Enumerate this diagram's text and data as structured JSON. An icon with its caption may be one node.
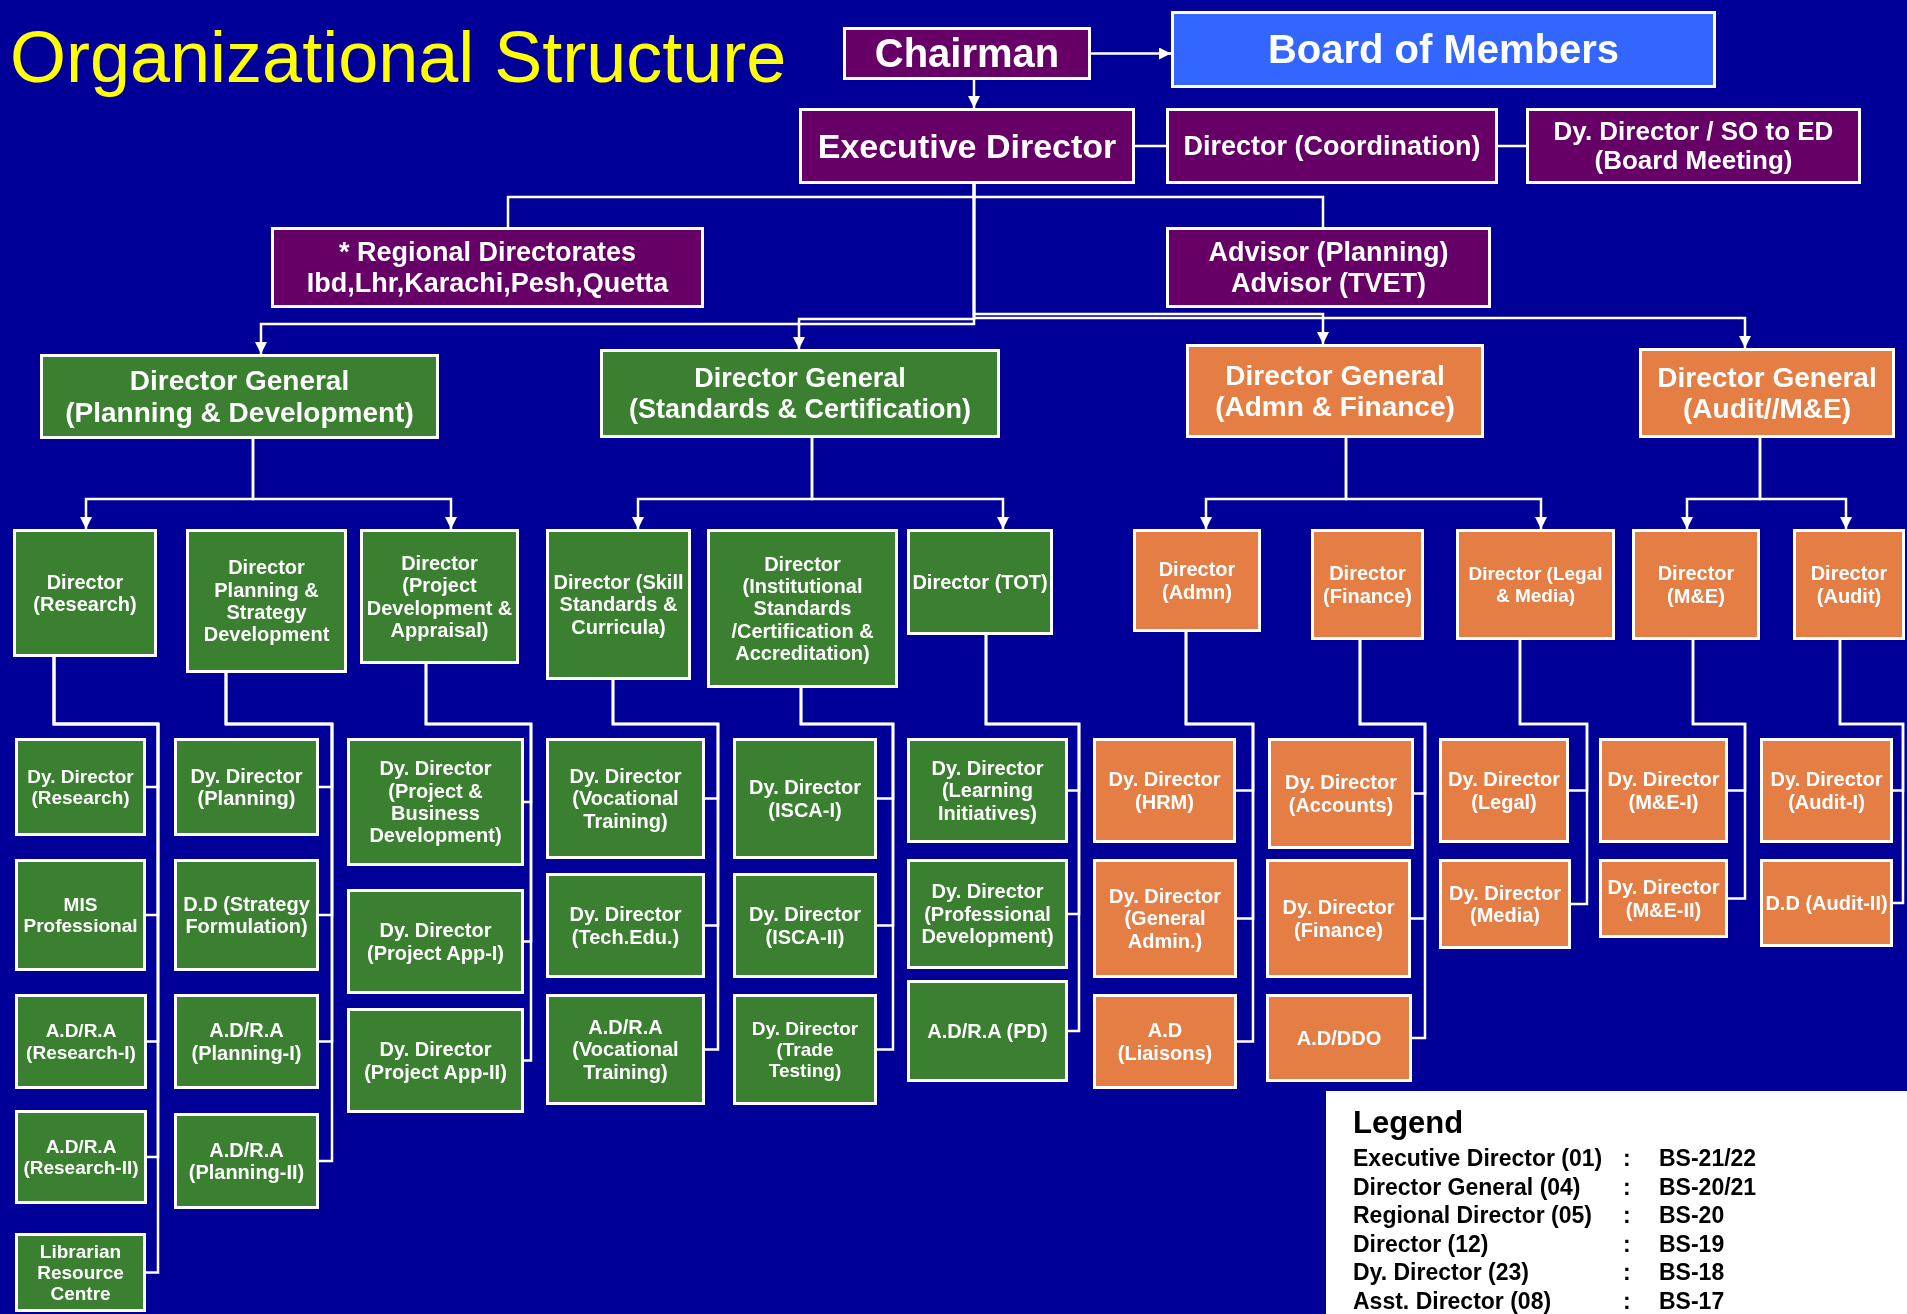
{
  "diagram": {
    "title": "Organizational Structure",
    "nodes": [
      {
        "text": [
          "Chairman"
        ]
      },
      {
        "text": [
          "Board of Members"
        ]
      },
      {
        "text": [
          "Executive Director"
        ]
      },
      {
        "text": [
          "Director (Coordination)"
        ]
      },
      {
        "text": [
          "Dy. Director / SO to ED",
          "(Board Meeting)"
        ]
      },
      {
        "text": [
          "* Regional Directorates",
          "Ibd,Lhr,Karachi,Pesh,Quetta"
        ]
      },
      {
        "text": [
          "Advisor (Planning)",
          "Advisor (TVET)"
        ]
      },
      {
        "text": [
          "Director General",
          "(Planning & Development)"
        ]
      },
      {
        "text": [
          "Director General",
          "(Standards & Certification)"
        ]
      },
      {
        "text": [
          "Director General",
          "(Admn & Finance)"
        ]
      },
      {
        "text": [
          "Director General",
          "(Audit//M&E)"
        ]
      },
      {
        "text": [
          "Director (Research)"
        ]
      },
      {
        "text": [
          "Director Planning & Strategy Development"
        ]
      },
      {
        "text": [
          "Director (Project Development & Appraisal)"
        ]
      },
      {
        "text": [
          "Director (Skill Standards & Curricula)"
        ]
      },
      {
        "text": [
          "Director (Institutional Standards /Certification & Accreditation)"
        ]
      },
      {
        "text": [
          "Director (TOT)"
        ]
      },
      {
        "text": [
          "Director (Admn)"
        ]
      },
      {
        "text": [
          "Director (Finance)"
        ]
      },
      {
        "text": [
          "Director (Legal & Media)"
        ]
      },
      {
        "text": [
          "Director (M&E)"
        ]
      },
      {
        "text": [
          "Director (Audit)"
        ]
      },
      {
        "text": [
          "Dy. Director (Research)"
        ]
      },
      {
        "text": [
          "MIS Professional"
        ]
      },
      {
        "text": [
          "A.D/R.A (Research-I)"
        ]
      },
      {
        "text": [
          "A.D/R.A (Research-II)"
        ]
      },
      {
        "text": [
          "Librarian Resource Centre"
        ]
      },
      {
        "text": [
          "Dy. Director (Planning)"
        ]
      },
      {
        "text": [
          "D.D (Strategy Formulation)"
        ]
      },
      {
        "text": [
          "A.D/R.A (Planning-I)"
        ]
      },
      {
        "text": [
          "A.D/R.A (Planning-II)"
        ]
      },
      {
        "text": [
          "Dy. Director (Project & Business Development)"
        ]
      },
      {
        "text": [
          "Dy. Director (Project App-I)"
        ]
      },
      {
        "text": [
          "Dy. Director (Project App-II)"
        ]
      },
      {
        "text": [
          "Dy. Director (Vocational Training)"
        ]
      },
      {
        "text": [
          "Dy. Director (Tech.Edu.)"
        ]
      },
      {
        "text": [
          "A.D/R.A (Vocational Training)"
        ]
      },
      {
        "text": [
          "Dy. Director (ISCA-I)"
        ]
      },
      {
        "text": [
          "Dy. Director (ISCA-II)"
        ]
      },
      {
        "text": [
          "Dy. Director (Trade Testing)"
        ]
      },
      {
        "text": [
          "Dy. Director (Learning Initiatives)"
        ]
      },
      {
        "text": [
          "Dy. Director (Professional Development)"
        ]
      },
      {
        "text": [
          "A.D/R.A (PD)"
        ]
      },
      {
        "text": [
          "Dy. Director (HRM)"
        ]
      },
      {
        "text": [
          "Dy. Director (General Admin.)"
        ]
      },
      {
        "text": [
          "A.D (Liaisons)"
        ]
      },
      {
        "text": [
          "Dy. Director (Accounts)"
        ]
      },
      {
        "text": [
          "Dy. Director (Finance)"
        ]
      },
      {
        "text": [
          "A.D/DDO"
        ]
      },
      {
        "text": [
          "Dy. Director (Legal)"
        ]
      },
      {
        "text": [
          "Dy. Director (Media)"
        ]
      },
      {
        "text": [
          "Dy. Director (M&E-I)"
        ]
      },
      {
        "text": [
          "Dy. Director (M&E-II)"
        ]
      },
      {
        "text": [
          "Dy. Director (Audit-I)"
        ]
      },
      {
        "text": [
          "D.D (Audit-II)"
        ]
      }
    ],
    "edges": [
      {
        "from": 0,
        "to": 1,
        "arrow": "to"
      },
      {
        "from": 0,
        "to": 2,
        "arrow": "to"
      },
      {
        "from": 2,
        "to": 3,
        "arrow": "none"
      },
      {
        "from": 3,
        "to": 4,
        "arrow": "none"
      },
      {
        "from": 2,
        "to": 5,
        "arrow": "none"
      },
      {
        "from": 2,
        "to": 6,
        "arrow": "none"
      },
      {
        "from": 2,
        "to": 7,
        "arrow": "to"
      },
      {
        "from": 2,
        "to": 8,
        "arrow": "to"
      },
      {
        "from": 2,
        "to": 9,
        "arrow": "to"
      },
      {
        "from": 2,
        "to": 10,
        "arrow": "to"
      },
      {
        "from": 7,
        "to": 11,
        "arrow": "to"
      },
      {
        "from": 7,
        "to": 13,
        "arrow": "to"
      },
      {
        "from": 8,
        "to": 14,
        "arrow": "to"
      },
      {
        "from": 8,
        "to": 16,
        "arrow": "to"
      },
      {
        "from": 9,
        "to": 17,
        "arrow": "to"
      },
      {
        "from": 9,
        "to": 19,
        "arrow": "to"
      },
      {
        "from": 10,
        "to": 20,
        "arrow": "to"
      },
      {
        "from": 10,
        "to": 21,
        "arrow": "to"
      },
      {
        "from": 11,
        "to": 22,
        "arrow": "none"
      },
      {
        "from": 11,
        "to": 23,
        "arrow": "none"
      },
      {
        "from": 11,
        "to": 24,
        "arrow": "none"
      },
      {
        "from": 11,
        "to": 25,
        "arrow": "none"
      },
      {
        "from": 11,
        "to": 26,
        "arrow": "none"
      },
      {
        "from": 12,
        "to": 27,
        "arrow": "none"
      },
      {
        "from": 12,
        "to": 28,
        "arrow": "none"
      },
      {
        "from": 12,
        "to": 29,
        "arrow": "none"
      },
      {
        "from": 12,
        "to": 30,
        "arrow": "none"
      },
      {
        "from": 13,
        "to": 31,
        "arrow": "none"
      },
      {
        "from": 13,
        "to": 32,
        "arrow": "none"
      },
      {
        "from": 13,
        "to": 33,
        "arrow": "none"
      },
      {
        "from": 14,
        "to": 34,
        "arrow": "none"
      },
      {
        "from": 14,
        "to": 35,
        "arrow": "none"
      },
      {
        "from": 14,
        "to": 36,
        "arrow": "none"
      },
      {
        "from": 15,
        "to": 37,
        "arrow": "none"
      },
      {
        "from": 15,
        "to": 38,
        "arrow": "none"
      },
      {
        "from": 15,
        "to": 39,
        "arrow": "none"
      },
      {
        "from": 16,
        "to": 40,
        "arrow": "none"
      },
      {
        "from": 16,
        "to": 41,
        "arrow": "none"
      },
      {
        "from": 16,
        "to": 42,
        "arrow": "none"
      },
      {
        "from": 17,
        "to": 43,
        "arrow": "none"
      },
      {
        "from": 17,
        "to": 44,
        "arrow": "none"
      },
      {
        "from": 17,
        "to": 45,
        "arrow": "none"
      },
      {
        "from": 18,
        "to": 46,
        "arrow": "none"
      },
      {
        "from": 18,
        "to": 47,
        "arrow": "none"
      },
      {
        "from": 18,
        "to": 48,
        "arrow": "none"
      },
      {
        "from": 19,
        "to": 49,
        "arrow": "none"
      },
      {
        "from": 19,
        "to": 50,
        "arrow": "none"
      },
      {
        "from": 20,
        "to": 51,
        "arrow": "none"
      },
      {
        "from": 20,
        "to": 52,
        "arrow": "none"
      },
      {
        "from": 21,
        "to": 53,
        "arrow": "none"
      },
      {
        "from": 21,
        "to": 54,
        "arrow": "none"
      }
    ],
    "labels": [
      "Legend",
      "Executive Director (01)",
      ":",
      "BS-21/22",
      "Director General (04)",
      ":",
      "BS-20/21",
      "Regional Director (05)",
      ":",
      "BS-20",
      "Director (12)",
      ":",
      "BS-19",
      "Dy. Director (23)",
      ":",
      "BS-18",
      "Asst. Director (08)",
      ":",
      "BS-17"
    ]
  }
}
